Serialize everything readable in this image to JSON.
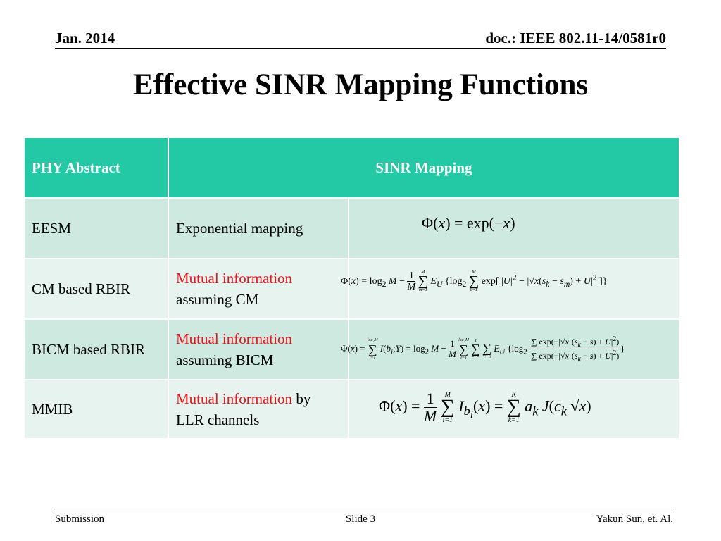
{
  "header": {
    "date": "Jan. 2014",
    "doc": "doc.: IEEE 802.11-14/0581r0"
  },
  "title": "Effective SINR Mapping Functions",
  "table": {
    "headers": [
      "PHY Abstract",
      "SINR Mapping"
    ],
    "rows": [
      {
        "abstract": "EESM",
        "mapping_plain": "Exponential mapping"
      },
      {
        "abstract": "CM based RBIR",
        "mapping_red": "Mutual information",
        "mapping_rest": "assuming CM"
      },
      {
        "abstract": "BICM based RBIR",
        "mapping_red": "Mutual information",
        "mapping_rest": "assuming BICM"
      },
      {
        "abstract": "MMIB",
        "mapping_red": "Mutual information",
        "mapping_rest": " by LLR channels"
      }
    ]
  },
  "colors": {
    "header_bg": "#23c9a5",
    "row_dark": "#cde9e0",
    "row_light": "#e6f3ef",
    "highlight": "#e8141a"
  },
  "footer": {
    "left": "Submission",
    "center": "Slide 3",
    "right": "Yakun Sun, et. Al."
  }
}
